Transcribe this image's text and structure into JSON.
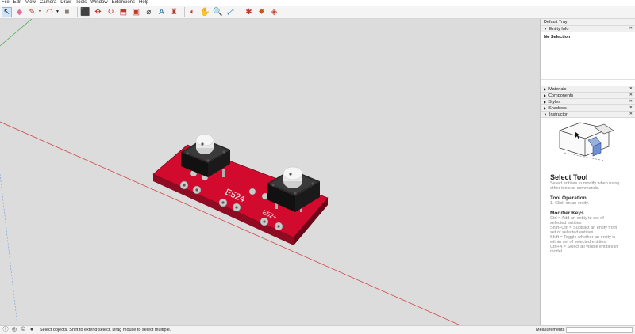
{
  "menu": [
    "File",
    "Edit",
    "View",
    "Camera",
    "Draw",
    "Tools",
    "Window",
    "Extensions",
    "Help"
  ],
  "toolbar": [
    {
      "name": "select-tool-icon",
      "glyph": "↖",
      "color": "#2a2a2a"
    },
    {
      "name": "eraser-tool-icon",
      "glyph": "◆",
      "color": "#e66f9b"
    },
    {
      "name": "line-tool-icon",
      "glyph": "✎",
      "color": "#c0392b"
    },
    {
      "name": "arc-tool-icon",
      "glyph": "◠",
      "color": "#c0392b"
    },
    {
      "name": "shape-tool-icon",
      "glyph": "■",
      "color": "#8b7f73"
    },
    {
      "name": "push-pull-tool-icon",
      "glyph": "⬛",
      "color": "#b03a2e"
    },
    {
      "name": "move-tool-icon",
      "glyph": "✥",
      "color": "#c0392b"
    },
    {
      "name": "rotate-tool-icon",
      "glyph": "↻",
      "color": "#c0392b"
    },
    {
      "name": "scale-tool-icon",
      "glyph": "⬒",
      "color": "#c0392b"
    },
    {
      "name": "offset-tool-icon",
      "glyph": "▣",
      "color": "#c0392b"
    },
    {
      "name": "tape-measure-tool-icon",
      "glyph": "⌀",
      "color": "#3a3a3a"
    },
    {
      "name": "text-tool-icon",
      "glyph": "A",
      "color": "#1f6fa0"
    },
    {
      "name": "paint-bucket-tool-icon",
      "glyph": "♜",
      "color": "#b03a2e"
    },
    {
      "name": "orbit-tool-icon",
      "glyph": "◐",
      "color": "#c0392b"
    },
    {
      "name": "pan-tool-icon",
      "glyph": "✋",
      "color": "#c48a3a"
    },
    {
      "name": "zoom-tool-icon",
      "glyph": "🔍",
      "color": "#333"
    },
    {
      "name": "zoom-extents-icon",
      "glyph": "⤢",
      "color": "#1f6fa0"
    },
    {
      "name": "warehouse-icon",
      "glyph": "✱",
      "color": "#c0392b"
    },
    {
      "name": "extension-warehouse-icon",
      "glyph": "✸",
      "color": "#d35400"
    },
    {
      "name": "layout-icon",
      "glyph": "◈",
      "color": "#c0392b"
    }
  ],
  "tray": {
    "title": "Default Tray",
    "entity_info": {
      "label": "Entity Info",
      "status": "No Selection"
    },
    "panels": [
      "Materials",
      "Components",
      "Styles",
      "Shadows"
    ],
    "instructor": {
      "label": "Instructor",
      "tool_title": "Select Tool",
      "tool_desc": "Select entities to modify when using other tools or commands.",
      "op_heading": "Tool Operation",
      "op_line": "1.   Click on an entity.",
      "keys_heading": "Modifier Keys",
      "keys": [
        "Ctrl = Add an entity to set of",
        "selected entities",
        "Shift+Ctrl = Subtract an entity from",
        "set of selected entities",
        "Shift = Toggle whether an entity is",
        "within set of selected entities",
        "Ctrl+A = Select all visible entities in",
        "model"
      ]
    }
  },
  "model": {
    "label_top": "E524",
    "label_bottom": "E52+",
    "board_color": "#d10a2e",
    "button_cap_color": "#ececec",
    "button_body_color": "#1e1e1e"
  },
  "statusbar": {
    "text": "Select objects. Shift to extend select. Drag mouse to select multiple.",
    "measurements_label": "Measurements",
    "measurements_value": ""
  },
  "colors": {
    "red_axis": "#d24a4a",
    "green_axis": "#4caf50",
    "blue_axis": "#3d6fd1",
    "viewport_bg": "#dcdcdc"
  }
}
